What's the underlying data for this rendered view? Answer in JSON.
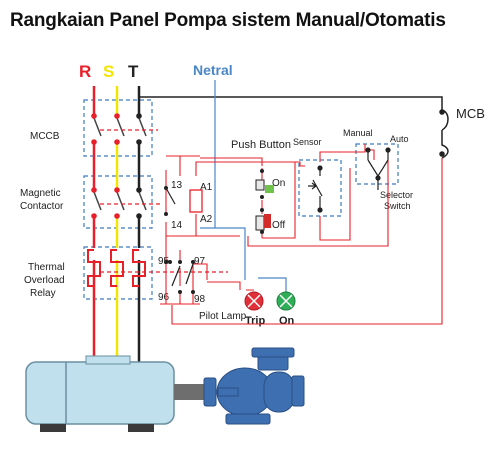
{
  "title": "Rangkaian Panel Pompa sistem Manual/Otomatis",
  "phases": {
    "r": "R",
    "s": "S",
    "t": "T",
    "netral": "Netral"
  },
  "labels": {
    "mccb_left": "MCCB",
    "magnetic": "Magnetic",
    "contactor": "Contactor",
    "thermal": "Thermal",
    "overload": "Overload",
    "relay": "Relay",
    "mcb": "MCB",
    "push_button": "Push Button",
    "sensor": "Sensor",
    "manual": "Manual",
    "auto": "Auto",
    "selector": "Selector",
    "switch": "Switch",
    "on": "On",
    "off": "Off",
    "a1": "A1",
    "a2": "A2",
    "t13": "13",
    "t14": "14",
    "t95": "95",
    "t97": "97",
    "t96": "96",
    "t98": "98",
    "pilot_lamp": "Pilot Lamp",
    "trip": "Trip",
    "on_lamp": "On"
  },
  "colors": {
    "r_phase": "#e8202a",
    "s_phase": "#f2e600",
    "t_phase": "#222222",
    "neutral": "#4a86c8",
    "control": "#e8202a",
    "dashed_box": "#3a7bbf",
    "trip_lamp": "#e0303a",
    "on_lamp": "#2fae5a",
    "motor": "#bfe0ec",
    "pump": "#3e6fb0"
  }
}
